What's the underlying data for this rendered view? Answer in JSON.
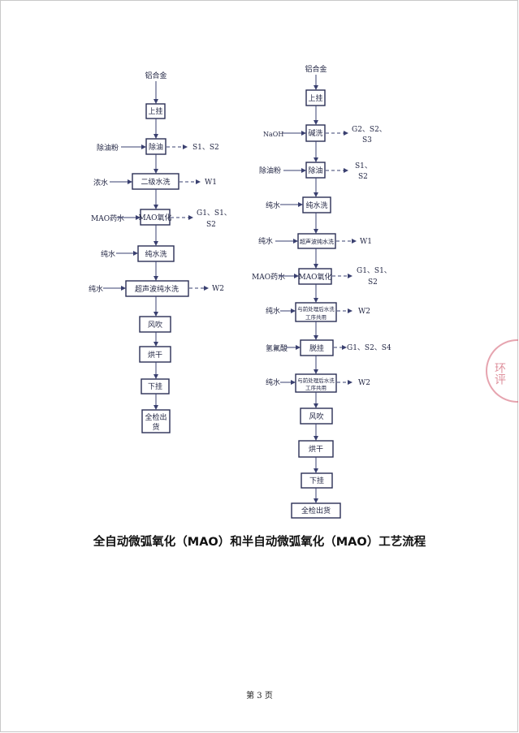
{
  "left_flow": {
    "start": "铝合金",
    "steps": [
      "上挂",
      "除油",
      "二级水洗",
      "MAO氧化",
      "纯水洗",
      "超声波纯水洗",
      "风吹",
      "烘干",
      "下挂",
      "全检出",
      "货"
    ],
    "inputs": [
      "除油粉",
      "浓水",
      "MAO药水",
      "纯水",
      "纯水"
    ],
    "outputs": [
      "S1、S2",
      "W1",
      "G1、S1、",
      "S2",
      "W2"
    ]
  },
  "right_flow": {
    "start": "铝合金",
    "steps": [
      "上挂",
      "碱洗",
      "除油",
      "纯水洗",
      "超声波纯水洗",
      "MAO氧化",
      "与前处理后水洗",
      "工序共用",
      "脱挂",
      "与前处理后水洗",
      "工序共用",
      "风吹",
      "烘干",
      "下挂",
      "全检出货"
    ],
    "inputs": [
      "NaOH",
      "除油粉",
      "纯水",
      "纯水",
      "MAO药水",
      "纯水",
      "氢氟酸",
      "纯水"
    ],
    "outputs": [
      "G2、S2、",
      "S3",
      "S1、",
      "S2",
      "W1",
      "G1、S1、",
      "S2",
      "W2",
      "G1、S2、S4",
      "W2"
    ]
  },
  "caption": "全自动微弧氧化（MAO）和半自动微弧氧化（MAO）工艺流程",
  "footer": "第 3 页",
  "seal_text": "环评"
}
